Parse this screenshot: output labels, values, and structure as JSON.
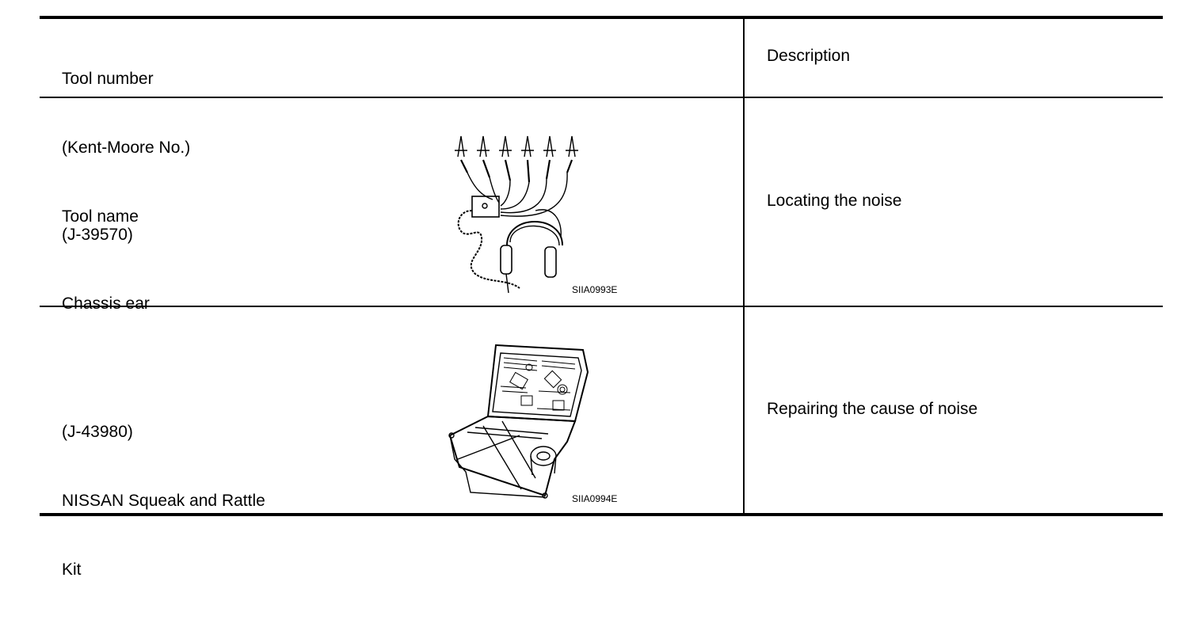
{
  "header": {
    "tool_col_lines": [
      "Tool number",
      "(Kent-Moore No.)",
      "Tool name"
    ],
    "desc_col": "Description"
  },
  "rows": [
    {
      "tool_number": "(J-39570)",
      "tool_name": "Chassis ear",
      "figure_label": "SIIA0993E",
      "figure_icon": "chassis-ear-icon",
      "description": "Locating the noise"
    },
    {
      "tool_number": "(J-43980)",
      "tool_name_line1": "NISSAN Squeak and Rattle",
      "tool_name_line2": "Kit",
      "figure_label": "SIIA0994E",
      "figure_icon": "squeak-rattle-kit-icon",
      "description": "Repairing the cause of noise"
    }
  ]
}
